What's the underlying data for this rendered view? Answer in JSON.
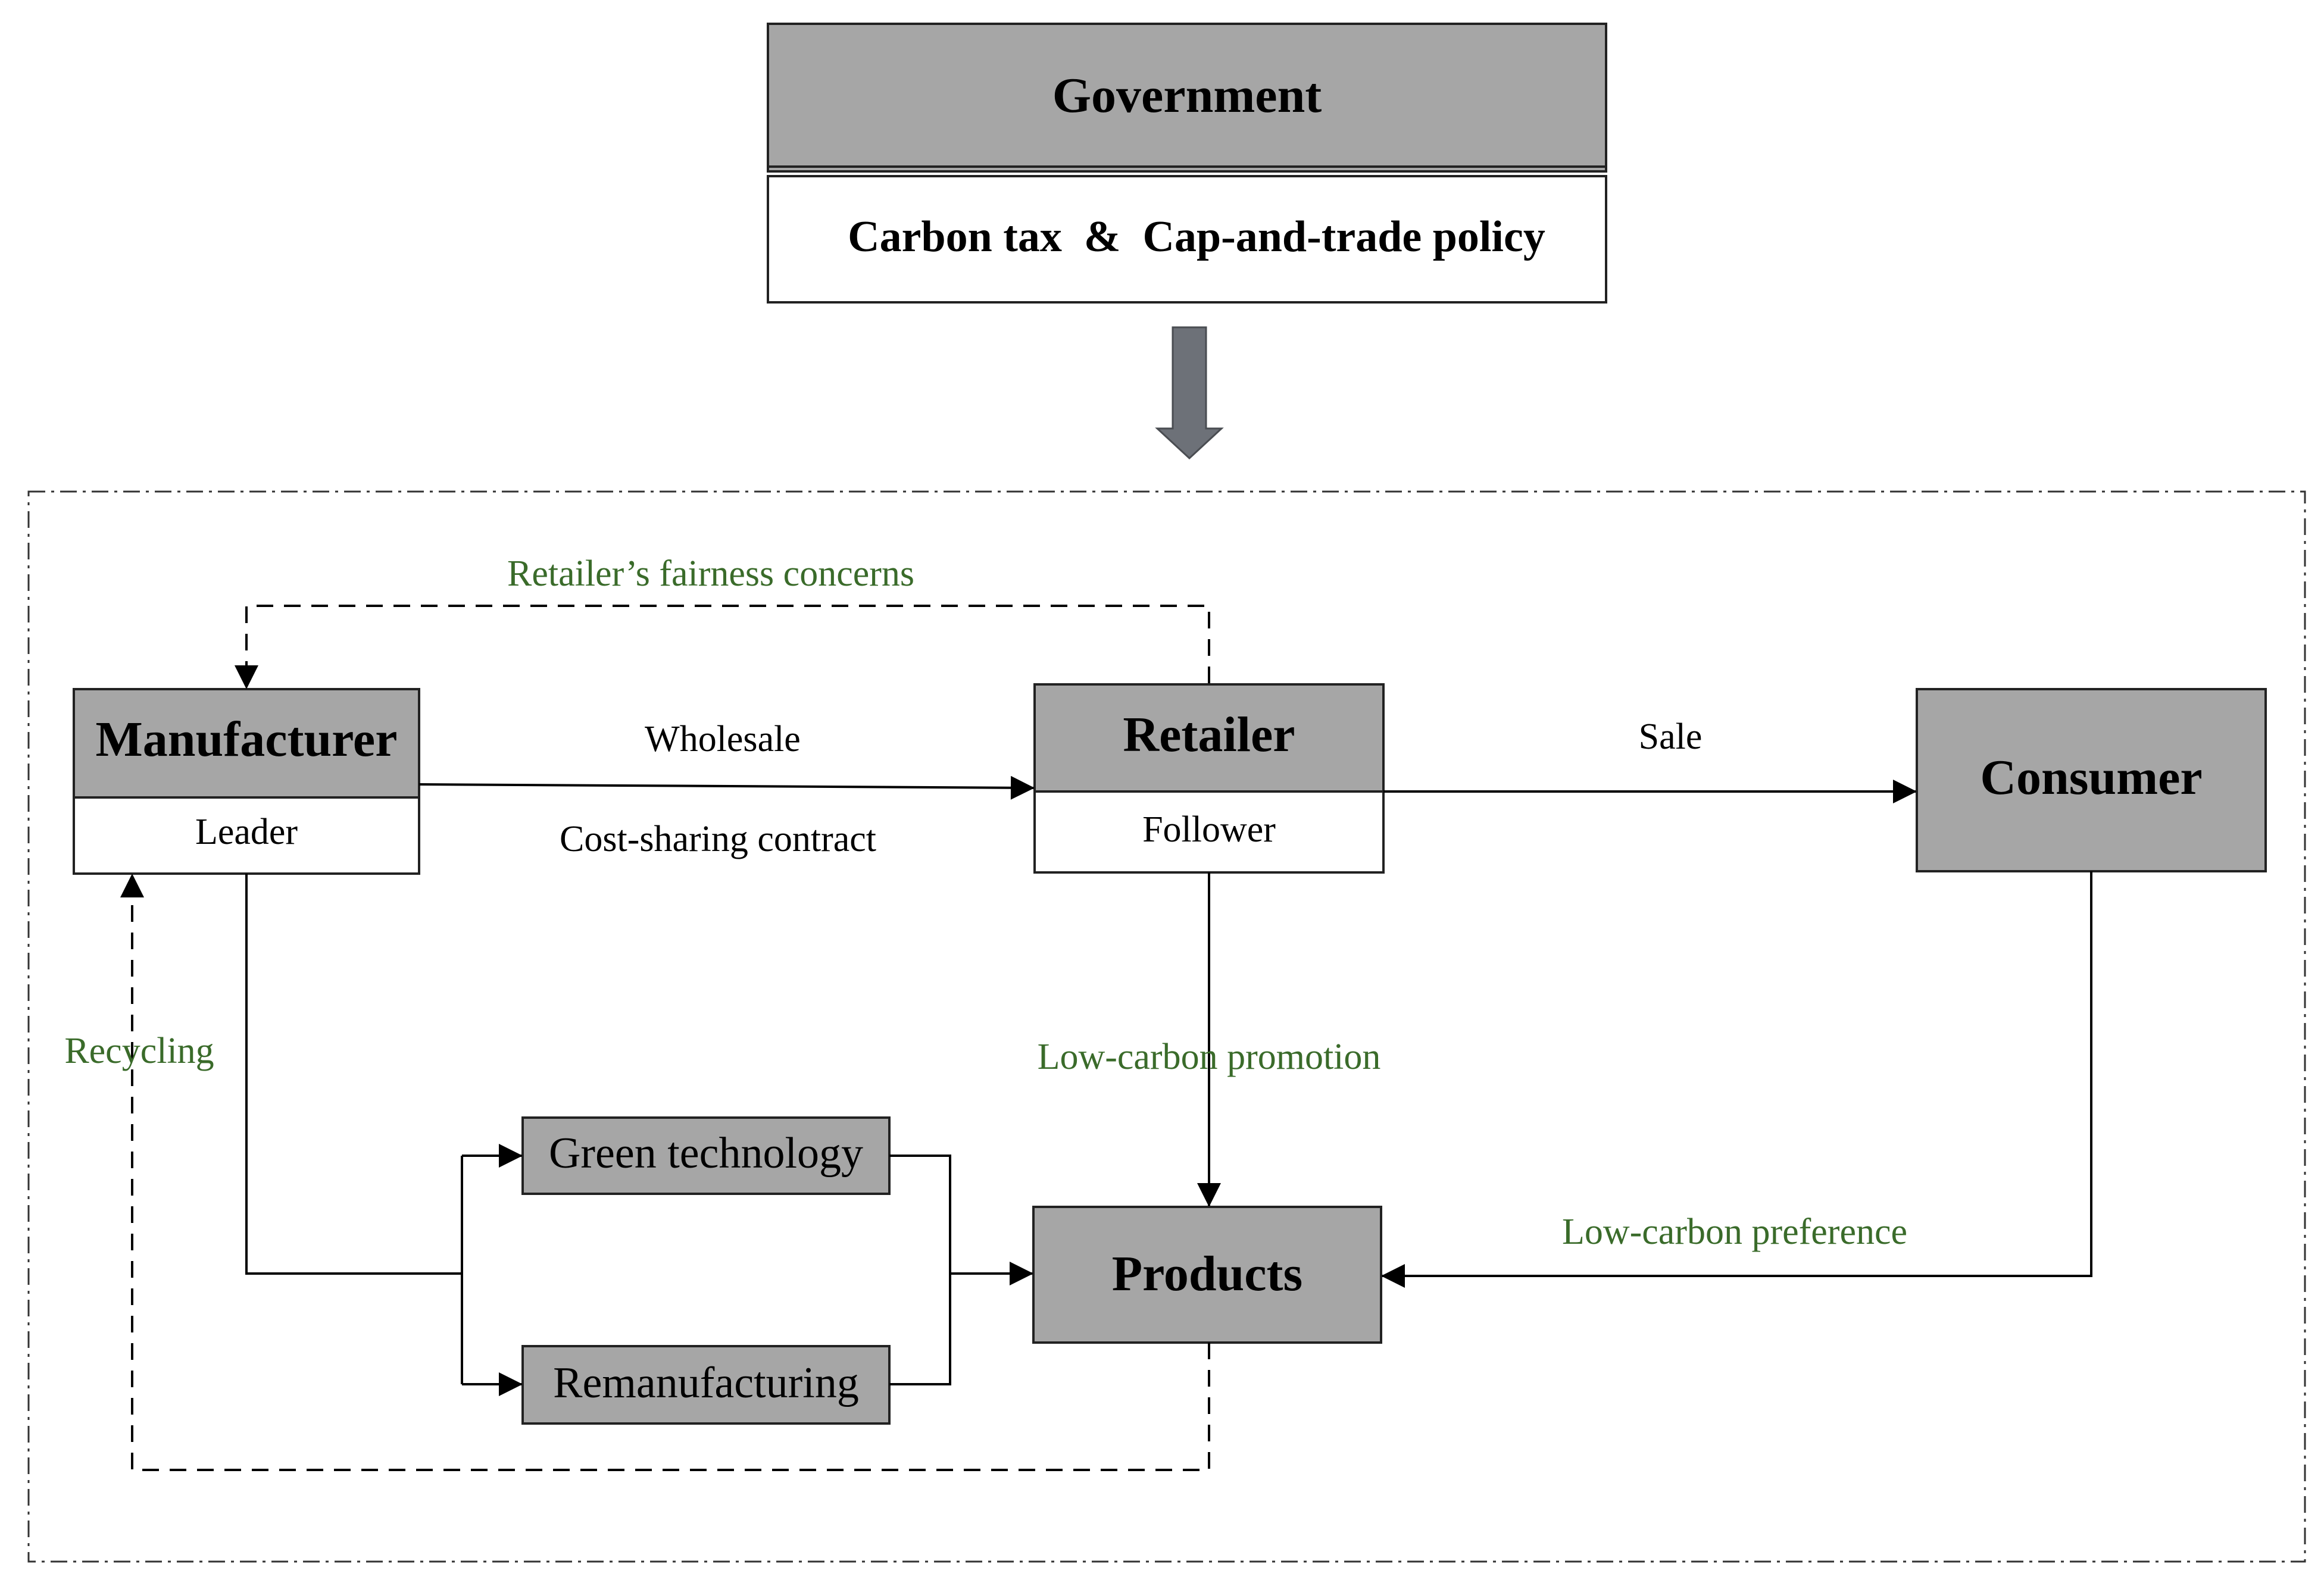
{
  "government": {
    "title": "Government",
    "policy": "Carbon tax  &  Cap-and-trade policy"
  },
  "actors": {
    "manufacturer": {
      "name": "Manufacturer",
      "role": "Leader"
    },
    "retailer": {
      "name": "Retailer",
      "role": "Follower"
    },
    "consumer": {
      "name": "Consumer"
    },
    "products": {
      "name": "Products"
    }
  },
  "processes": {
    "green_technology": "Green technology",
    "remanufacturing": "Remanufacturing"
  },
  "flows": {
    "wholesale": "Wholesale",
    "cost_sharing": "Cost-sharing contract",
    "sale": "Sale",
    "fairness": "Retailer’s fairness concerns",
    "recycling": "Recycling",
    "low_carbon_promotion": "Low-carbon promotion",
    "low_carbon_preference": "Low-carbon preference"
  },
  "colors": {
    "box_fill": "#a6a6a6",
    "green_label": "#3a6b2a",
    "big_arrow": "#6d7178"
  }
}
